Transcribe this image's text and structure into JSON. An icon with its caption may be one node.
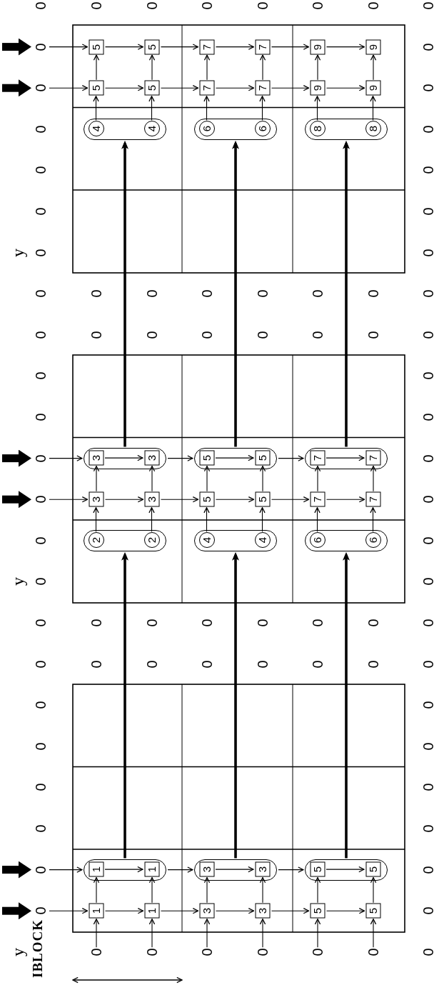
{
  "diagram": {
    "nodes": [
      {
        "text": [
          "0"
        ]
      },
      {
        "text": [
          "5"
        ]
      },
      {
        "text": [
          "5"
        ]
      },
      {
        "text": [
          "7"
        ]
      },
      {
        "text": [
          "7"
        ]
      },
      {
        "text": [
          "9"
        ]
      },
      {
        "text": [
          "9"
        ]
      },
      {
        "text": [
          "0"
        ]
      },
      {
        "text": [
          "5"
        ]
      },
      {
        "text": [
          "5"
        ]
      },
      {
        "text": [
          "7"
        ]
      },
      {
        "text": [
          "7"
        ]
      },
      {
        "text": [
          "9"
        ]
      },
      {
        "text": [
          "9"
        ]
      },
      {
        "text": [],
        "shape": "capsule"
      },
      {
        "text": [
          "4"
        ],
        "in": 14
      },
      {
        "text": [
          "4"
        ],
        "in": 14
      },
      {
        "text": [],
        "shape": "capsule"
      },
      {
        "text": [
          "6"
        ],
        "in": 17
      },
      {
        "text": [
          "6"
        ],
        "in": 17
      },
      {
        "text": [],
        "shape": "capsule"
      },
      {
        "text": [
          "8"
        ],
        "in": 20
      },
      {
        "text": [
          "8"
        ],
        "in": 20
      },
      {
        "text": [
          "0"
        ]
      },
      {
        "text": [],
        "shape": "capsule"
      },
      {
        "text": [
          "3"
        ],
        "in": 24
      },
      {
        "text": [
          "3"
        ],
        "in": 24
      },
      {
        "text": [],
        "shape": "capsule"
      },
      {
        "text": [
          "5"
        ],
        "in": 27
      },
      {
        "text": [
          "5"
        ],
        "in": 27
      },
      {
        "text": [],
        "shape": "capsule"
      },
      {
        "text": [
          "7"
        ],
        "in": 30
      },
      {
        "text": [
          "7"
        ],
        "in": 30
      },
      {
        "text": [
          "0"
        ]
      },
      {
        "text": [
          "3"
        ]
      },
      {
        "text": [
          "3"
        ]
      },
      {
        "text": [
          "5"
        ]
      },
      {
        "text": [
          "5"
        ]
      },
      {
        "text": [
          "7"
        ]
      },
      {
        "text": [
          "7"
        ]
      },
      {
        "text": [],
        "shape": "capsule"
      },
      {
        "text": [
          "2"
        ],
        "in": 40
      },
      {
        "text": [
          "2"
        ],
        "in": 40
      },
      {
        "text": [],
        "shape": "capsule"
      },
      {
        "text": [
          "4"
        ],
        "in": 43
      },
      {
        "text": [
          "4"
        ],
        "in": 43
      },
      {
        "text": [],
        "shape": "capsule"
      },
      {
        "text": [
          "6"
        ],
        "in": 46
      },
      {
        "text": [
          "6"
        ],
        "in": 46
      },
      {
        "text": [
          "0"
        ]
      },
      {
        "text": [],
        "shape": "capsule"
      },
      {
        "text": [
          "1"
        ],
        "in": 50
      },
      {
        "text": [
          "1"
        ],
        "in": 50
      },
      {
        "text": [],
        "shape": "capsule"
      },
      {
        "text": [
          "3"
        ],
        "in": 53
      },
      {
        "text": [
          "3"
        ],
        "in": 53
      },
      {
        "text": [],
        "shape": "capsule"
      },
      {
        "text": [
          "5"
        ],
        "in": 56
      },
      {
        "text": [
          "5"
        ],
        "in": 56
      },
      {
        "text": [
          "0"
        ]
      },
      {
        "text": [
          "1"
        ]
      },
      {
        "text": [
          "1"
        ]
      },
      {
        "text": [
          "3"
        ]
      },
      {
        "text": [
          "3"
        ]
      },
      {
        "text": [
          "5"
        ]
      },
      {
        "text": [
          "5"
        ]
      },
      {
        "text": [
          "0"
        ]
      },
      {
        "text": [
          "0"
        ]
      },
      {
        "text": [
          "0"
        ]
      },
      {
        "text": [
          "0"
        ]
      },
      {
        "text": [
          "0"
        ]
      },
      {
        "text": [
          "0"
        ]
      }
    ],
    "edges": [
      {
        "from": null,
        "to": 0,
        "arrow": "to",
        "style": "thick"
      },
      {
        "from": null,
        "to": 7,
        "arrow": "to",
        "style": "thick"
      },
      {
        "from": null,
        "to": 23,
        "arrow": "to",
        "style": "thick"
      },
      {
        "from": null,
        "to": 33,
        "arrow": "to",
        "style": "thick"
      },
      {
        "from": null,
        "to": 49,
        "arrow": "to",
        "style": "thick"
      },
      {
        "from": null,
        "to": 59,
        "arrow": "to",
        "style": "thick"
      },
      {
        "from": 0,
        "to": 1,
        "arrow": "to"
      },
      {
        "from": 1,
        "to": 2,
        "arrow": "to"
      },
      {
        "from": 2,
        "to": 3,
        "arrow": "to"
      },
      {
        "from": 3,
        "to": 4,
        "arrow": "to"
      },
      {
        "from": 4,
        "to": 5,
        "arrow": "to"
      },
      {
        "from": 5,
        "to": 6,
        "arrow": "to"
      },
      {
        "from": 7,
        "to": 8,
        "arrow": "to"
      },
      {
        "from": 8,
        "to": 9,
        "arrow": "to"
      },
      {
        "from": 9,
        "to": 10,
        "arrow": "to"
      },
      {
        "from": 10,
        "to": 11,
        "arrow": "to"
      },
      {
        "from": 11,
        "to": 12,
        "arrow": "to"
      },
      {
        "from": 12,
        "to": 13,
        "arrow": "to"
      },
      {
        "from": 8,
        "to": 1,
        "arrow": "to"
      },
      {
        "from": 9,
        "to": 2,
        "arrow": "to"
      },
      {
        "from": 10,
        "to": 3,
        "arrow": "to"
      },
      {
        "from": 11,
        "to": 4,
        "arrow": "to"
      },
      {
        "from": 12,
        "to": 5,
        "arrow": "to"
      },
      {
        "from": 13,
        "to": 6,
        "arrow": "to"
      },
      {
        "from": 15,
        "to": 8,
        "arrow": "to"
      },
      {
        "from": 16,
        "to": 9,
        "arrow": "to"
      },
      {
        "from": 18,
        "to": 10,
        "arrow": "to"
      },
      {
        "from": 19,
        "to": 11,
        "arrow": "to"
      },
      {
        "from": 21,
        "to": 12,
        "arrow": "to"
      },
      {
        "from": 22,
        "to": 13,
        "arrow": "to"
      },
      {
        "from": 23,
        "to": 24,
        "arrow": "to"
      },
      {
        "from": 25,
        "to": 26,
        "arrow": "to"
      },
      {
        "from": 24,
        "to": 27,
        "arrow": "to"
      },
      {
        "from": 28,
        "to": 29,
        "arrow": "to"
      },
      {
        "from": 27,
        "to": 30,
        "arrow": "to"
      },
      {
        "from": 31,
        "to": 32,
        "arrow": "to"
      },
      {
        "from": 33,
        "to": 34,
        "arrow": "to"
      },
      {
        "from": 34,
        "to": 35,
        "arrow": "to"
      },
      {
        "from": 35,
        "to": 36,
        "arrow": "to"
      },
      {
        "from": 36,
        "to": 37,
        "arrow": "to"
      },
      {
        "from": 37,
        "to": 38,
        "arrow": "to"
      },
      {
        "from": 38,
        "to": 39,
        "arrow": "to"
      },
      {
        "from": 34,
        "to": 25,
        "arrow": "to"
      },
      {
        "from": 35,
        "to": 26,
        "arrow": "to"
      },
      {
        "from": 36,
        "to": 28,
        "arrow": "to"
      },
      {
        "from": 37,
        "to": 29,
        "arrow": "to"
      },
      {
        "from": 38,
        "to": 31,
        "arrow": "to"
      },
      {
        "from": 39,
        "to": 32,
        "arrow": "to"
      },
      {
        "from": 41,
        "to": 34,
        "arrow": "to"
      },
      {
        "from": 42,
        "to": 35,
        "arrow": "to"
      },
      {
        "from": 44,
        "to": 36,
        "arrow": "to"
      },
      {
        "from": 45,
        "to": 37,
        "arrow": "to"
      },
      {
        "from": 47,
        "to": 38,
        "arrow": "to"
      },
      {
        "from": 48,
        "to": 39,
        "arrow": "to"
      },
      {
        "from": 24,
        "to": 14,
        "arrow": "to",
        "style": "thick"
      },
      {
        "from": 27,
        "to": 17,
        "arrow": "to",
        "style": "thick"
      },
      {
        "from": 30,
        "to": 20,
        "arrow": "to",
        "style": "thick"
      },
      {
        "from": 49,
        "to": 50,
        "arrow": "to"
      },
      {
        "from": 51,
        "to": 52,
        "arrow": "to"
      },
      {
        "from": 50,
        "to": 53,
        "arrow": "to"
      },
      {
        "from": 54,
        "to": 55,
        "arrow": "to"
      },
      {
        "from": 53,
        "to": 56,
        "arrow": "to"
      },
      {
        "from": 57,
        "to": 58,
        "arrow": "to"
      },
      {
        "from": 59,
        "to": 60,
        "arrow": "to"
      },
      {
        "from": 60,
        "to": 61,
        "arrow": "to"
      },
      {
        "from": 61,
        "to": 62,
        "arrow": "to"
      },
      {
        "from": 62,
        "to": 63,
        "arrow": "to"
      },
      {
        "from": 63,
        "to": 64,
        "arrow": "to"
      },
      {
        "from": 64,
        "to": 65,
        "arrow": "to"
      },
      {
        "from": 60,
        "to": 51,
        "arrow": "to"
      },
      {
        "from": 61,
        "to": 52,
        "arrow": "to"
      },
      {
        "from": 62,
        "to": 54,
        "arrow": "to"
      },
      {
        "from": 63,
        "to": 55,
        "arrow": "to"
      },
      {
        "from": 64,
        "to": 57,
        "arrow": "to"
      },
      {
        "from": 65,
        "to": 58,
        "arrow": "to"
      },
      {
        "from": 66,
        "to": 60,
        "arrow": "to"
      },
      {
        "from": 67,
        "to": 61,
        "arrow": "to"
      },
      {
        "from": 68,
        "to": 62,
        "arrow": "to"
      },
      {
        "from": 69,
        "to": 63,
        "arrow": "to"
      },
      {
        "from": 70,
        "to": 64,
        "arrow": "to"
      },
      {
        "from": 71,
        "to": 65,
        "arrow": "to"
      },
      {
        "from": 50,
        "to": 40,
        "arrow": "to",
        "style": "thick"
      },
      {
        "from": 53,
        "to": 43,
        "arrow": "to",
        "style": "thick"
      },
      {
        "from": 56,
        "to": 46,
        "arrow": "to",
        "style": "thick"
      }
    ],
    "labels": [
      "0",
      "0",
      "0",
      "0",
      "0",
      "0",
      "0",
      "0",
      "0",
      "0",
      "0",
      "0",
      "0",
      "0",
      "0",
      "0",
      "y",
      "0",
      "0",
      "0",
      "0",
      "0",
      "0",
      "0",
      "0",
      "0",
      "0",
      "0",
      "0",
      "0",
      "0",
      "0",
      "0",
      "0",
      "0",
      "0",
      "0",
      "0",
      "0",
      "0",
      "0",
      "0",
      "0",
      "y",
      "0",
      "0",
      "0",
      "0",
      "0",
      "0",
      "0",
      "0",
      "0",
      "0",
      "0",
      "0",
      "0",
      "0",
      "0",
      "0",
      "0",
      "0",
      "0",
      "0",
      "0",
      "0",
      "0",
      "0",
      "0",
      "0",
      "0",
      "0",
      "y",
      "IBLOCK",
      "0"
    ]
  }
}
